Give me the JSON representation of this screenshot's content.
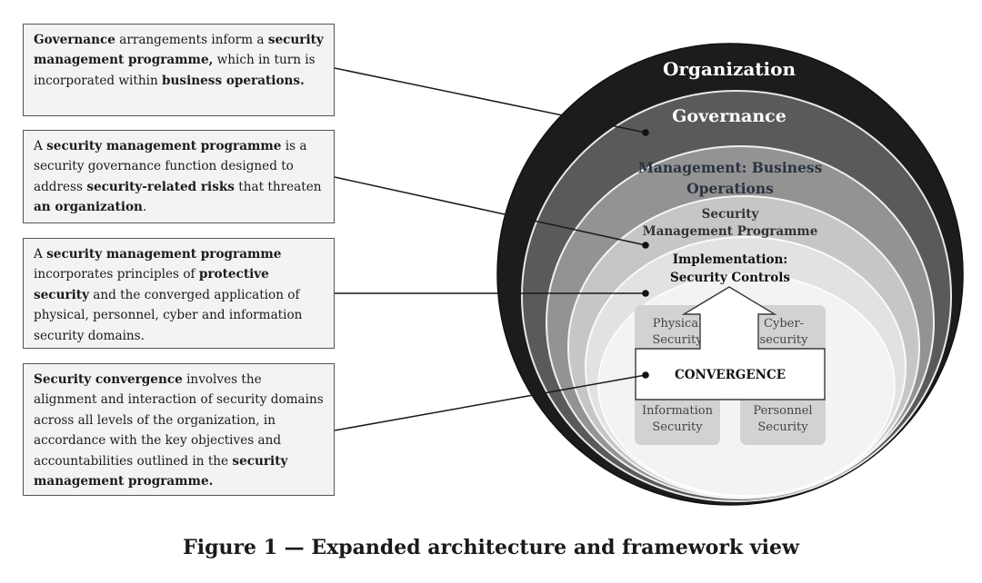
{
  "boxes": [
    {
      "segments": [
        {
          "t": "Governance",
          "b": true
        },
        {
          "t": " arrangements inform a ",
          "b": false
        },
        {
          "t": "security management programme,",
          "b": true
        },
        {
          "t": " which in turn is incorporated within ",
          "b": false
        },
        {
          "t": "business operations.",
          "b": true
        }
      ]
    },
    {
      "segments": [
        {
          "t": "A ",
          "b": false
        },
        {
          "t": "security management programme",
          "b": true
        },
        {
          "t": " is a security governance function designed to address ",
          "b": false
        },
        {
          "t": "security-related risks",
          "b": true
        },
        {
          "t": " that threaten ",
          "b": false
        },
        {
          "t": "an organization",
          "b": true
        },
        {
          "t": ".",
          "b": false
        }
      ]
    },
    {
      "segments": [
        {
          "t": "A ",
          "b": false
        },
        {
          "t": "security management programme",
          "b": true
        },
        {
          "t": " incorporates principles of ",
          "b": false
        },
        {
          "t": "protective security",
          "b": true
        },
        {
          "t": " and the converged application of physical, personnel, cyber and information security domains.",
          "b": false
        }
      ]
    },
    {
      "segments": [
        {
          "t": "Security convergence",
          "b": true
        },
        {
          "t": " involves the alignment and interaction of security domains across all levels of the organization, in accordance with the key objectives and accountabilities outlined in the ",
          "b": false
        },
        {
          "t": "security management programme.",
          "b": true
        }
      ]
    }
  ],
  "rings": {
    "organization": "Organization",
    "governance": "Governance",
    "management_line1": "Management: Business",
    "management_line2": "Operations",
    "smp_line1": "Security",
    "smp_line2": "Management Programme",
    "impl_line1": "Implementation:",
    "impl_line2": "Security Controls"
  },
  "domains": {
    "physical_line1": "Physical",
    "physical_line2": "Security",
    "cyber_line1": "Cyber-",
    "cyber_line2": "security",
    "information_line1": "Information",
    "information_line2": "Security",
    "personnel_line1": "Personnel",
    "personnel_line2": "Security"
  },
  "convergence": "CONVERGENCE",
  "caption": "Figure 1 — Expanded architecture and framework view",
  "colors": {
    "ring_organization": "#1c1c1c",
    "ring_governance": "#5a5a5a",
    "ring_management": "#939393",
    "ring_smp": "#c6c6c6",
    "ring_implementation": "#e2e2e2",
    "ring_core": "#f3f3f3",
    "domain_box": "#d2d2d2"
  }
}
